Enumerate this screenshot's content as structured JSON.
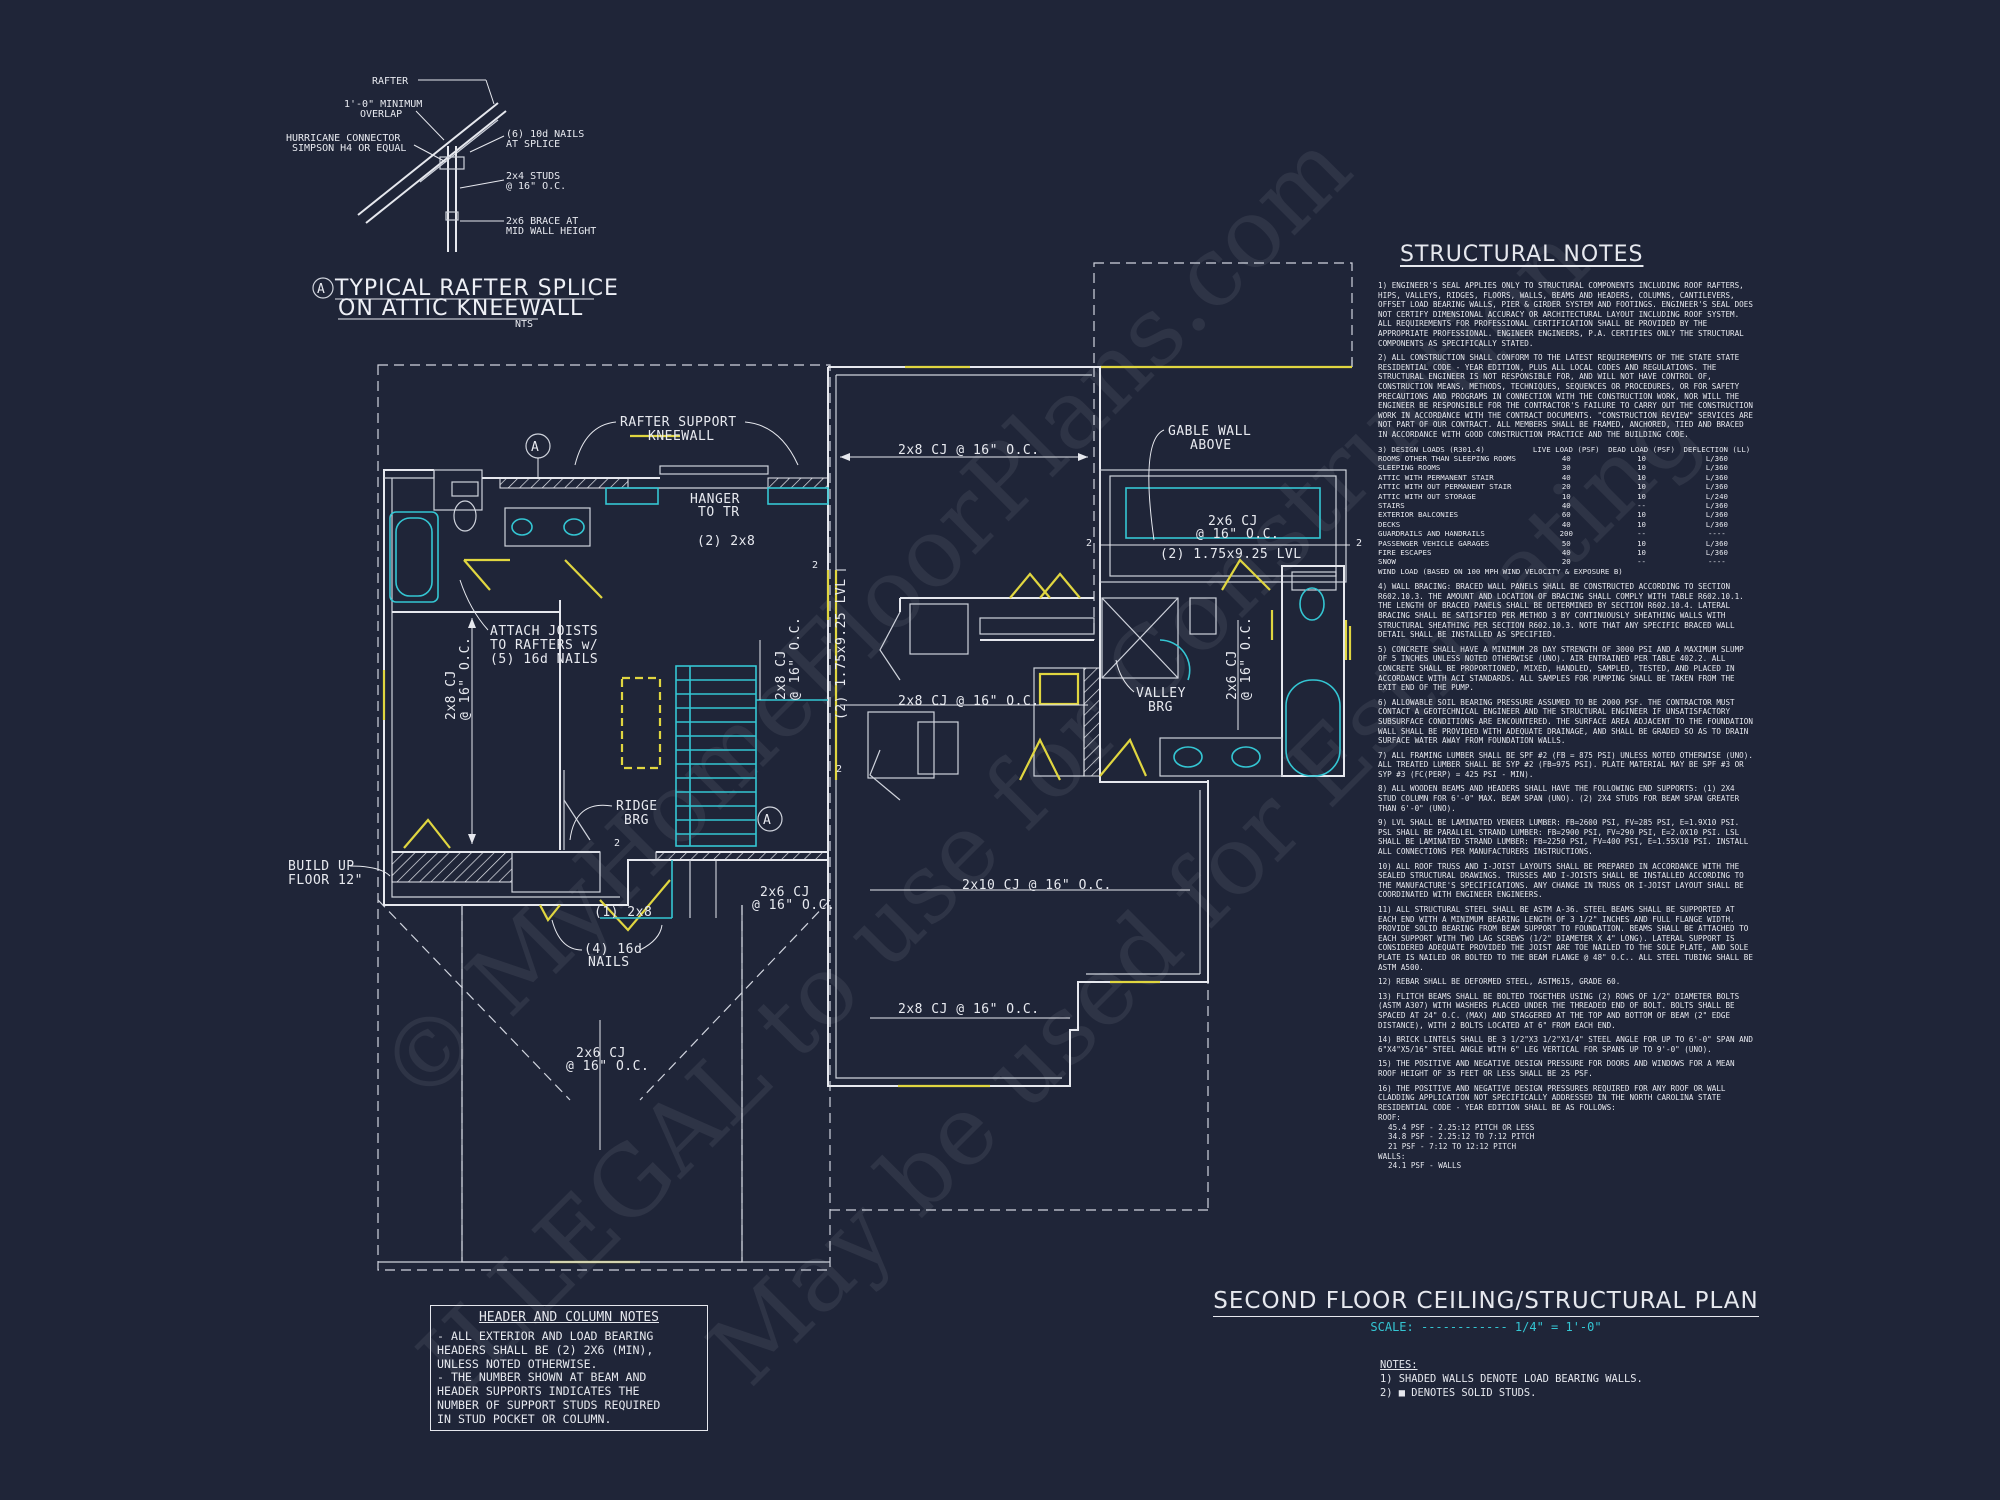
{
  "detail": {
    "title_line1": "TYPICAL RAFTER SPLICE",
    "title_line2": "ON ATTIC KNEEWALL",
    "tag": "A",
    "scale": "NTS",
    "labels": {
      "rafter": "RAFTER",
      "overlap_1": "1'-0\" MINIMUM",
      "overlap_2": "OVERLAP",
      "hurricane_1": "HURRICANE CONNECTOR",
      "hurricane_2": "SIMPSON H4 OR EQUAL",
      "nails_1": "(6) 10d NAILS",
      "nails_2": "AT SPLICE",
      "studs_1": "2x4 STUDS",
      "studs_2": "@ 16\" O.C.",
      "brace_1": "2x6 BRACE AT",
      "brace_2": "MID WALL HEIGHT"
    }
  },
  "plan_labels": {
    "rafter_support_1": "RAFTER SUPPORT",
    "rafter_support_2": "KNEEWALL",
    "hanger_1": "HANGER",
    "hanger_2": "TO TR",
    "two_2x8": "(2) 2x8",
    "gable_1": "GABLE WALL",
    "gable_2": "ABOVE",
    "cj_2x8_top": "2x8 CJ @ 16\" O.C.",
    "cj_2x6_right_1": "2x6 CJ",
    "cj_2x6_right_2": "@ 16\" O.C.",
    "lvl_right": "(2) 1.75x9.25 LVL",
    "attach_1": "ATTACH JOISTS",
    "attach_2": "TO RAFTERS w/",
    "attach_3": "(5) 16d NAILS",
    "cj_2x8_left_1": "2x8 CJ",
    "cj_2x8_left_2": "@ 16\" O.C.",
    "cj_2x8_stair_1": "2x8 CJ",
    "cj_2x8_stair_2": "@ 16\" O.C.",
    "lvl_vertical": "(2) 1.75x9.25 LVL",
    "cj_2x8_mid": "2x8 CJ @ 16\" O.C.",
    "valley_1": "VALLEY",
    "valley_2": "BRG",
    "cj_2x6_vert_1": "2x6 CJ",
    "cj_2x6_vert_2": "@ 16\" O.C.",
    "ridge_1": "RIDGE",
    "ridge_2": "BRG",
    "build_up_1": "BUILD UP",
    "build_up_2": "FLOOR 12\"",
    "one_2x8": "(1) 2x8",
    "cj_2x6_small_1": "2x6 CJ",
    "cj_2x6_small_2": "@ 16\" O.C.",
    "nails_16d_1": "(4) 16d",
    "nails_16d_2": "NAILS",
    "cj_2x10": "2x10 CJ @ 16\" O.C.",
    "cj_2x8_bottom": "2x8 CJ @ 16\" O.C.",
    "cj_2x6_garage_1": "2x6 CJ",
    "cj_2x6_garage_2": "@ 16\" O.C.",
    "section_a": "A",
    "num_2": "2"
  },
  "structural_notes": {
    "title": "STRUCTURAL NOTES",
    "notes": [
      "1) ENGINEER'S SEAL APPLIES ONLY TO STRUCTURAL COMPONENTS INCLUDING ROOF RAFTERS, HIPS, VALLEYS, RIDGES, FLOORS, WALLS, BEAMS AND HEADERS, COLUMNS, CANTILEVERS, OFFSET LOAD BEARING WALLS, PIER & GIRDER SYSTEM AND FOOTINGS. ENGINEER'S SEAL DOES NOT CERTIFY DIMENSIONAL ACCURACY OR ARCHITECTURAL LAYOUT INCLUDING ROOF SYSTEM. ALL REQUIREMENTS FOR PROFESSIONAL CERTIFICATION SHALL BE PROVIDED BY THE APPROPRIATE PROFESSIONAL. ENGINEER ENGINEERS, P.A. CERTIFIES ONLY THE STRUCTURAL COMPONENTS AS SPECIFICALLY STATED.",
      "2) ALL CONSTRUCTION SHALL CONFORM TO THE LATEST REQUIREMENTS OF THE STATE STATE RESIDENTIAL CODE - YEAR EDITION, PLUS ALL LOCAL CODES AND REGULATIONS. THE STRUCTURAL ENGINEER IS NOT RESPONSIBLE FOR, AND WILL NOT HAVE CONTROL OF, CONSTRUCTION MEANS, METHODS, TECHNIQUES, SEQUENCES OR PROCEDURES, OR FOR SAFETY PRECAUTIONS AND PROGRAMS IN CONNECTION WITH THE CONSTRUCTION WORK, NOR WILL THE ENGINEER BE RESPONSIBLE FOR THE CONTRACTOR'S FAILURE TO CARRY OUT THE CONSTRUCTION WORK IN ACCORDANCE WITH THE CONTRACT DOCUMENTS. \"CONSTRUCTION REVIEW\" SERVICES ARE NOT PART OF OUR CONTRACT. ALL MEMBERS SHALL BE FRAMED, ANCHORED, TIED AND BRACED IN ACCORDANCE WITH GOOD CONSTRUCTION PRACTICE AND THE BUILDING CODE."
    ],
    "loads_label": "3) DESIGN LOADS (R301.4)",
    "loads_head": [
      "LIVE LOAD (PSF)",
      "DEAD LOAD (PSF)",
      "DEFLECTION (LL)"
    ],
    "loads": [
      [
        "ROOMS OTHER THAN SLEEPING ROOMS",
        "40",
        "10",
        "L/360"
      ],
      [
        "SLEEPING ROOMS",
        "30",
        "10",
        "L/360"
      ],
      [
        "ATTIC WITH PERMANENT STAIR",
        "40",
        "10",
        "L/360"
      ],
      [
        "ATTIC WITH OUT PERMANENT STAIR",
        "20",
        "10",
        "L/360"
      ],
      [
        "ATTIC WITH OUT STORAGE",
        "10",
        "10",
        "L/240"
      ],
      [
        "STAIRS",
        "40",
        "--",
        "L/360"
      ],
      [
        "EXTERIOR BALCONIES",
        "60",
        "10",
        "L/360"
      ],
      [
        "DECKS",
        "40",
        "10",
        "L/360"
      ],
      [
        "GUARDRAILS AND HANDRAILS",
        "200",
        "--",
        "----"
      ],
      [
        "PASSENGER VEHICLE GARAGES",
        "50",
        "10",
        "L/360"
      ],
      [
        "FIRE ESCAPES",
        "40",
        "10",
        "L/360"
      ],
      [
        "SNOW",
        "20",
        "--",
        "----"
      ]
    ],
    "wind_load": "WIND LOAD     (BASED ON 100 MPH WIND VELOCITY & EXPOSURE B)",
    "notes2": [
      "4) WALL BRACING: BRACED WALL PANELS SHALL BE CONSTRUCTED ACCORDING TO SECTION R602.10.3. THE AMOUNT AND LOCATION OF BRACING SHALL COMPLY WITH TABLE R602.10.1. THE LENGTH OF BRACED PANELS SHALL BE DETERMINED BY SECTION R602.10.4. LATERAL BRACING SHALL BE SATISFIED PER METHOD 3 BY CONTINUOUSLY SHEATHING WALLS WITH STRUCTURAL SHEATHING PER SECTION R602.10.3. NOTE THAT ANY SPECIFIC BRACED WALL DETAIL SHALL BE INSTALLED AS SPECIFIED.",
      "5) CONCRETE SHALL HAVE A MINIMUM 28 DAY STRENGTH OF 3000 PSI AND A MAXIMUM SLUMP OF 5 INCHES UNLESS NOTED OTHERWISE (UNO). AIR ENTRAINED PER TABLE 402.2. ALL CONCRETE SHALL BE PROPORTIONED, MIXED, HANDLED, SAMPLED, TESTED, AND PLACED IN ACCORDANCE WITH ACI STANDARDS. ALL SAMPLES FOR PUMPING SHALL BE TAKEN FROM THE EXIT END OF THE PUMP.",
      "6) ALLOWABLE SOIL BEARING PRESSURE ASSUMED TO BE 2000 PSF. THE CONTRACTOR MUST CONTACT A GEOTECHNICAL ENGINEER AND THE STRUCTURAL ENGINEER IF UNSATISFACTORY SUBSURFACE CONDITIONS ARE ENCOUNTERED. THE SURFACE AREA ADJACENT TO THE FOUNDATION WALL SHALL BE PROVIDED WITH ADEQUATE DRAINAGE, AND SHALL BE GRADED SO AS TO DRAIN SURFACE WATER AWAY FROM FOUNDATION WALLS.",
      "7) ALL FRAMING LUMBER SHALL BE SPF #2 (Fb = 875 PSI) UNLESS NOTED OTHERWISE (UNO). ALL TREATED LUMBER SHALL BE SYP #2 (Fb=975 PSI). PLATE MATERIAL MAY BE SPF #3 OR SYP #3 (Fc(perp) = 425 PSI - MIN).",
      "8) ALL WOODEN BEAMS AND HEADERS SHALL HAVE THE FOLLOWING END SUPPORTS: (1) 2x4 STUD COLUMN FOR 6'-0\" MAX. BEAM SPAN (UNO). (2) 2x4 STUDS FOR BEAM SPAN GREATER THAN 6'-0\" (UNO).",
      "9) LVL SHALL BE LAMINATED VENEER LUMBER: Fb=2600 PSI, Fv=285 PSI, E=1.9x10 PSI. PSL SHALL BE PARALLEL STRAND LUMBER: Fb=2900 PSI, Fv=290 PSI, E=2.0x10 PSI. LSL SHALL BE LAMINATED STRAND LUMBER: Fb=2250 PSI, Fv=400 PSI, E=1.55x10 PSI. INSTALL ALL CONNECTIONS PER MANUFACTURERS INSTRUCTIONS.",
      "10) ALL ROOF TRUSS AND I-JOIST LAYOUTS SHALL BE PREPARED IN ACCORDANCE WITH THE SEALED STRUCTURAL DRAWINGS. TRUSSES AND I-JOISTS SHALL BE INSTALLED ACCORDING TO THE MANUFACTURE'S SPECIFICATIONS. ANY CHANGE IN TRUSS OR I-JOIST LAYOUT SHALL BE COORDINATED WITH ENGINEER ENGINEERS.",
      "11) ALL STRUCTURAL STEEL SHALL BE ASTM A-36. STEEL BEAMS SHALL BE SUPPORTED AT EACH END WITH A MINIMUM BEARING LENGTH OF 3 1/2\" INCHES AND FULL FLANGE WIDTH. PROVIDE SOLID BEARING FROM BEAM SUPPORT TO FOUNDATION. BEAMS SHALL BE ATTACHED TO EACH SUPPORT WITH TWO LAG SCREWS (1/2\" DIAMETER x 4\" LONG). LATERAL SUPPORT IS CONSIDERED ADEQUATE PROVIDED THE JOIST ARE TOE NAILED TO THE SOLE PLATE, AND SOLE PLATE IS NAILED OR BOLTED TO THE BEAM FLANGE @ 48\" O.C.. ALL STEEL TUBING SHALL BE ASTM A500.",
      "12) REBAR SHALL BE DEFORMED STEEL, ASTM615, GRADE 60.",
      "13) FLITCH BEAMS SHALL BE BOLTED TOGETHER USING (2) ROWS OF 1/2\" DIAMETER BOLTS (ASTM A307) WITH WASHERS PLACED UNDER THE THREADED END OF BOLT. BOLTS SHALL BE SPACED AT 24\" O.C. (MAX) AND STAGGERED AT THE TOP AND BOTTOM OF BEAM (2\" EDGE DISTANCE), WITH 2 BOLTS LOCATED AT 6\" FROM EACH END.",
      "14) BRICK LINTELS SHALL BE 3 1/2\"x3 1/2\"x1/4\" STEEL ANGLE FOR UP TO 6'-0\" SPAN AND 6\"x4\"x5/16\" STEEL ANGLE WITH 6\" LEG VERTICAL FOR SPANS UP TO 9'-0\" (UNO).",
      "15) THE POSITIVE AND NEGATIVE DESIGN PRESSURE FOR DOORS AND WINDOWS FOR A MEAN ROOF HEIGHT OF 35 FEET OR LESS SHALL BE 25 PSF.",
      "16) THE POSITIVE AND NEGATIVE DESIGN PRESSURES REQUIRED FOR ANY ROOF OR WALL CLADDING APPLICATION NOT SPECIFICALLY ADDRESSED IN THE NORTH CAROLINA STATE RESIDENTIAL CODE - YEAR EDITION SHALL BE AS FOLLOWS:"
    ],
    "roof_label": "ROOF:",
    "roof_lines": [
      "45.4 PSF - 2.25:12 PITCH OR LESS",
      "34.8 PSF - 2.25:12 TO 7:12 PITCH",
      "21 PSF - 7:12 TO 12:12 PITCH"
    ],
    "walls_label": "WALLS:",
    "walls_line": "24.1 PSF - WALLS"
  },
  "header_notes": {
    "title": "HEADER AND COLUMN NOTES",
    "lines": [
      "- ALL EXTERIOR AND LOAD BEARING",
      "HEADERS SHALL BE (2) 2x6 (MIN),",
      "UNLESS NOTED OTHERWISE.",
      "- THE NUMBER SHOWN AT BEAM AND",
      "HEADER SUPPORTS INDICATES THE",
      "NUMBER OF SUPPORT STUDS REQUIRED",
      "IN STUD POCKET OR COLUMN."
    ]
  },
  "plan_title": {
    "title": "SECOND FLOOR CEILING/STRUCTURAL PLAN",
    "scale": "SCALE: ------------ 1/4\" = 1'-0\""
  },
  "general_notes": {
    "heading": "NOTES:",
    "lines": [
      "1) SHADED WALLS DENOTE LOAD BEARING WALLS.",
      "2) ■ DENOTES SOLID STUDS."
    ]
  },
  "watermark": {
    "line1": "© MyHomeFloorPlans.com",
    "line2": "ILLEGAL to use for Construction",
    "line3": "May be used for Estimating"
  },
  "colors": {
    "background": "#1f2538",
    "line": "#e6e8ee",
    "cyan": "#34c6d3",
    "yellow": "#e0d640"
  }
}
